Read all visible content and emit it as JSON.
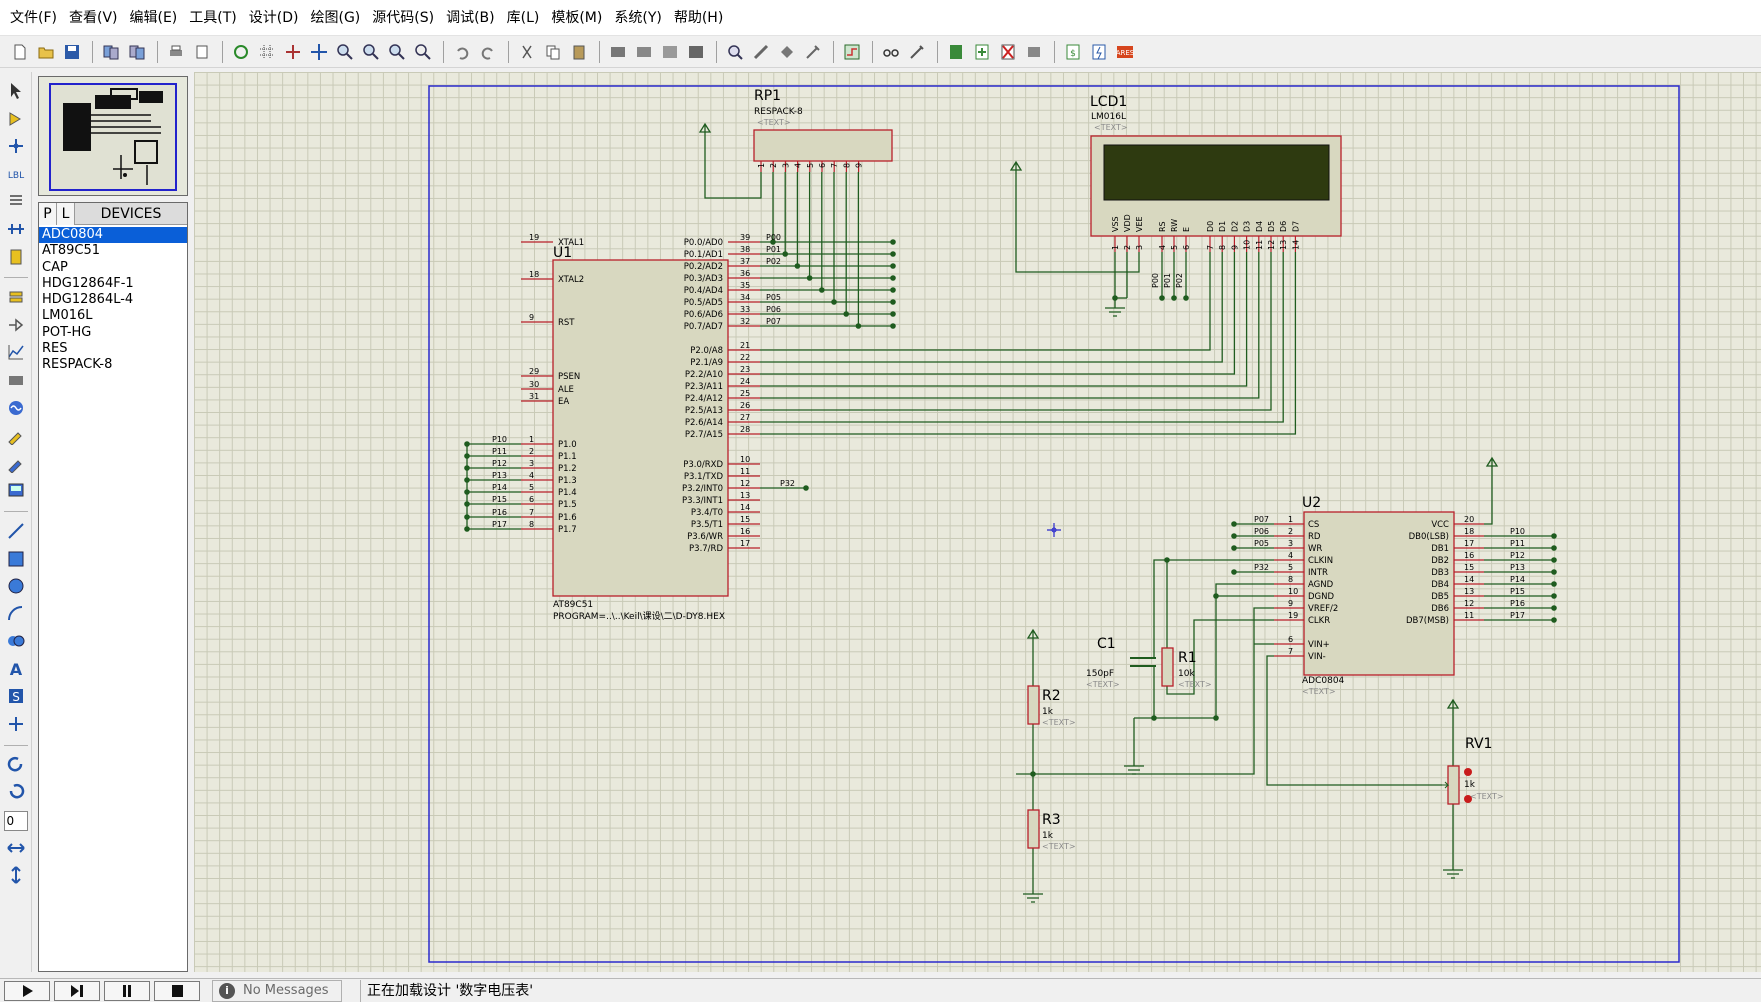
{
  "menu": [
    "文件(F)",
    "查看(V)",
    "编辑(E)",
    "工具(T)",
    "设计(D)",
    "绘图(G)",
    "源代码(S)",
    "调试(B)",
    "库(L)",
    "模板(M)",
    "系统(Y)",
    "帮助(H)"
  ],
  "left_panel": {
    "tab_p": "P",
    "tab_l": "L",
    "title": "DEVICES",
    "devices": [
      "ADC0804",
      "AT89C51",
      "CAP",
      "HDG12864F-1",
      "HDG12864L-4",
      "LM016L",
      "POT-HG",
      "RES",
      "RESPACK-8"
    ],
    "selected_index": 0,
    "rotate_value": "0"
  },
  "status": {
    "messages": "No Messages",
    "text": "正在加载设计 '数字电压表'"
  },
  "schematic": {
    "rp1": {
      "ref": "RP1",
      "type": "RESPACK-8",
      "text": "<TEXT>",
      "pins": [
        "1",
        "2",
        "3",
        "4",
        "5",
        "6",
        "7",
        "8",
        "9"
      ]
    },
    "lcd1": {
      "ref": "LCD1",
      "type": "LM016L",
      "text": "<TEXT>",
      "pin_names": [
        "VSS",
        "VDD",
        "VEE",
        "RS",
        "RW",
        "E",
        "D0",
        "D1",
        "D2",
        "D3",
        "D4",
        "D5",
        "D6",
        "D7"
      ],
      "pin_nums": [
        "1",
        "2",
        "3",
        "4",
        "5",
        "6",
        "7",
        "8",
        "9",
        "10",
        "11",
        "12",
        "13",
        "14"
      ],
      "net_labels": [
        "P00",
        "P01",
        "P02"
      ]
    },
    "u1": {
      "ref": "U1",
      "type": "AT89C51",
      "program": "PROGRAM=..\\..\\Keil\\课设\\二\\D-DY8.HEX",
      "left_pins": [
        {
          "num": "19",
          "name": "XTAL1"
        },
        {
          "num": "18",
          "name": "XTAL2"
        },
        {
          "num": "9",
          "name": "RST"
        },
        {
          "num": "29",
          "name": "PSEN"
        },
        {
          "num": "30",
          "name": "ALE"
        },
        {
          "num": "31",
          "name": "EA"
        },
        {
          "num": "1",
          "name": "P1.0"
        },
        {
          "num": "2",
          "name": "P1.1"
        },
        {
          "num": "3",
          "name": "P1.2"
        },
        {
          "num": "4",
          "name": "P1.3"
        },
        {
          "num": "5",
          "name": "P1.4"
        },
        {
          "num": "6",
          "name": "P1.5"
        },
        {
          "num": "7",
          "name": "P1.6"
        },
        {
          "num": "8",
          "name": "P1.7"
        }
      ],
      "right_pins": [
        {
          "num": "39",
          "name": "P0.0/AD0"
        },
        {
          "num": "38",
          "name": "P0.1/AD1"
        },
        {
          "num": "37",
          "name": "P0.2/AD2"
        },
        {
          "num": "36",
          "name": "P0.3/AD3"
        },
        {
          "num": "35",
          "name": "P0.4/AD4"
        },
        {
          "num": "34",
          "name": "P0.5/AD5"
        },
        {
          "num": "33",
          "name": "P0.6/AD6"
        },
        {
          "num": "32",
          "name": "P0.7/AD7"
        },
        {
          "num": "21",
          "name": "P2.0/A8"
        },
        {
          "num": "22",
          "name": "P2.1/A9"
        },
        {
          "num": "23",
          "name": "P2.2/A10"
        },
        {
          "num": "24",
          "name": "P2.3/A11"
        },
        {
          "num": "25",
          "name": "P2.4/A12"
        },
        {
          "num": "26",
          "name": "P2.5/A13"
        },
        {
          "num": "27",
          "name": "P2.6/A14"
        },
        {
          "num": "28",
          "name": "P2.7/A15"
        },
        {
          "num": "10",
          "name": "P3.0/RXD"
        },
        {
          "num": "11",
          "name": "P3.1/TXD"
        },
        {
          "num": "12",
          "name": "P3.2/INT0"
        },
        {
          "num": "13",
          "name": "P3.3/INT1"
        },
        {
          "num": "14",
          "name": "P3.4/T0"
        },
        {
          "num": "15",
          "name": "P3.5/T1"
        },
        {
          "num": "16",
          "name": "P3.6/WR"
        },
        {
          "num": "17",
          "name": "P3.7/RD"
        }
      ],
      "p0_labels": [
        "P00",
        "P01",
        "P02",
        "",
        "",
        "P05",
        "P06",
        "P07"
      ],
      "p1_labels": [
        "P10",
        "P11",
        "P12",
        "P13",
        "P14",
        "P15",
        "P16",
        "P17"
      ],
      "p32_label": "P32"
    },
    "u2": {
      "ref": "U2",
      "type": "ADC0804",
      "text": "<TEXT>",
      "left_pins": [
        {
          "num": "1",
          "name": "CS",
          "label": "P07"
        },
        {
          "num": "2",
          "name": "RD",
          "label": "P06"
        },
        {
          "num": "3",
          "name": "WR",
          "label": "P05"
        },
        {
          "num": "4",
          "name": "CLKIN",
          "label": ""
        },
        {
          "num": "5",
          "name": "INTR",
          "label": "P32"
        },
        {
          "num": "8",
          "name": "AGND",
          "label": ""
        },
        {
          "num": "10",
          "name": "DGND",
          "label": ""
        },
        {
          "num": "9",
          "name": "VREF/2",
          "label": ""
        },
        {
          "num": "19",
          "name": "CLKR",
          "label": ""
        },
        {
          "num": "6",
          "name": "VIN+",
          "label": ""
        },
        {
          "num": "7",
          "name": "VIN-",
          "label": ""
        }
      ],
      "right_pins": [
        {
          "num": "20",
          "name": "VCC",
          "label": ""
        },
        {
          "num": "18",
          "name": "DB0(LSB)",
          "label": "P10"
        },
        {
          "num": "17",
          "name": "DB1",
          "label": "P11"
        },
        {
          "num": "16",
          "name": "DB2",
          "label": "P12"
        },
        {
          "num": "15",
          "name": "DB3",
          "label": "P13"
        },
        {
          "num": "14",
          "name": "DB4",
          "label": "P14"
        },
        {
          "num": "13",
          "name": "DB5",
          "label": "P15"
        },
        {
          "num": "12",
          "name": "DB6",
          "label": "P16"
        },
        {
          "num": "11",
          "name": "DB7(MSB)",
          "label": "P17"
        }
      ]
    },
    "c1": {
      "ref": "C1",
      "value": "150pF",
      "text": "<TEXT>"
    },
    "r1": {
      "ref": "R1",
      "value": "10k",
      "text": "<TEXT>"
    },
    "r2": {
      "ref": "R2",
      "value": "1k",
      "text": "<TEXT>"
    },
    "r3": {
      "ref": "R3",
      "value": "1k",
      "text": "<TEXT>"
    },
    "rv1": {
      "ref": "RV1",
      "value": "1k",
      "text": "<TEXT>"
    }
  },
  "colors": {
    "wire": "#1f5c1f",
    "component_outline": "#b8202a",
    "component_fill": "#d8d8c0",
    "lcd_screen": "#2e3a10",
    "sheet_border": "#2a2acc",
    "canvas_bg": "#e9e9dc"
  }
}
